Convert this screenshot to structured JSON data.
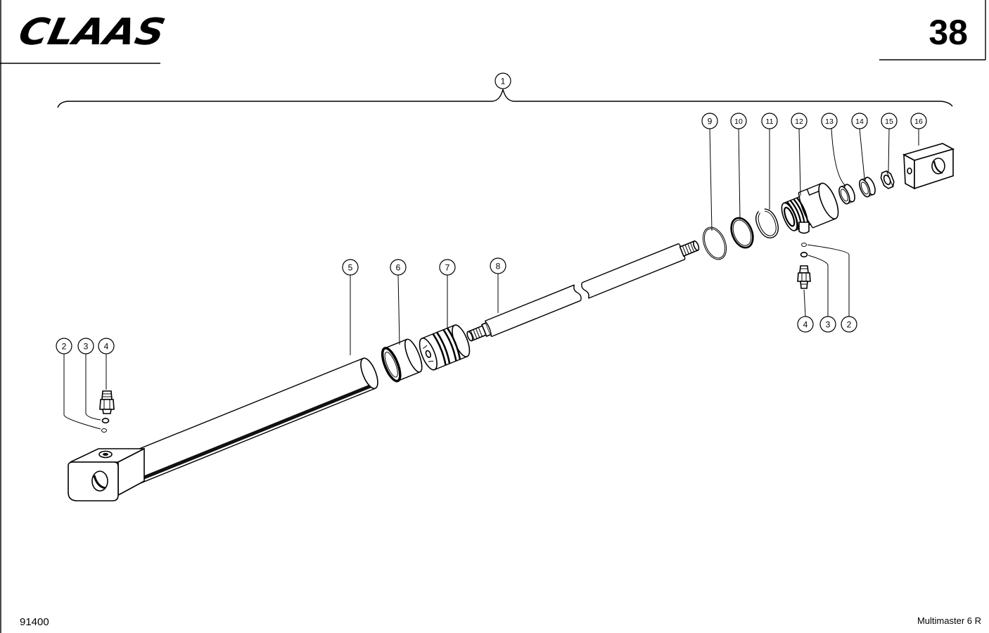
{
  "header": {
    "logo_text": "CLAAS",
    "page_number": "38"
  },
  "callouts": {
    "assembly": "1",
    "left_fitting": [
      "2",
      "3",
      "4"
    ],
    "parts": [
      "5",
      "6",
      "7",
      "8",
      "9",
      "10",
      "11",
      "12",
      "13",
      "14",
      "15",
      "16"
    ],
    "right_fitting": [
      "4",
      "3",
      "2"
    ]
  },
  "footer": {
    "figure_number": "91400",
    "model": "Multimaster 6 R"
  }
}
